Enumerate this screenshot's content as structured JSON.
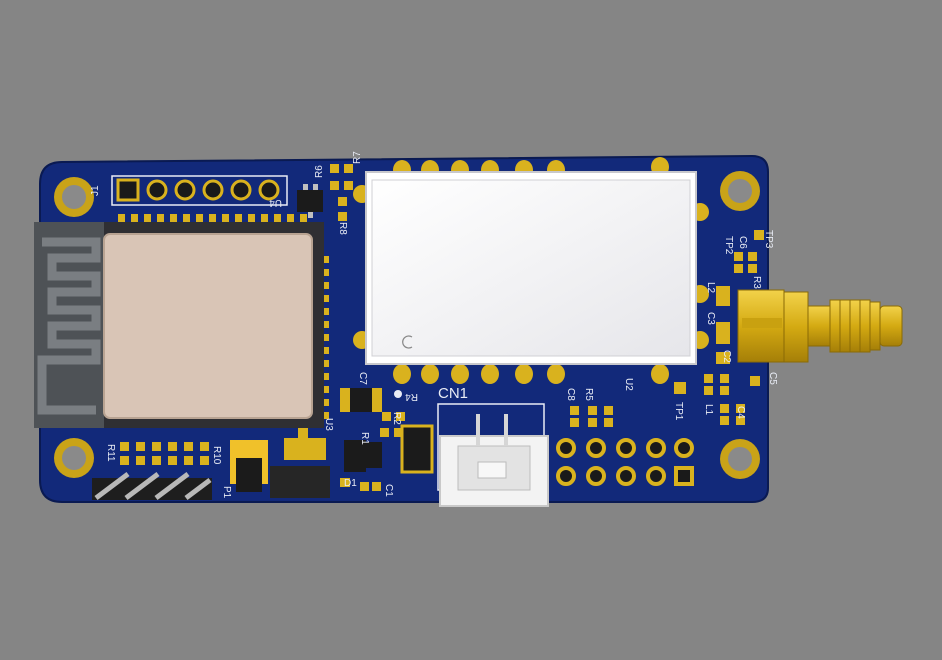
{
  "colors": {
    "background": "#858585",
    "board": "#12297a",
    "board_edge": "#0c1d5e",
    "gold": "#d9b21e",
    "module_white": "#f4f4f6",
    "esp_shield": "#d9c5b6",
    "antenna_gray": "#5b5f63",
    "silkscreen": "#e9ecf5"
  },
  "labels": {
    "J1": "J1",
    "U4": "U4",
    "R6": "R6",
    "R7": "R7",
    "R8": "R8",
    "U3": "U3",
    "U2": "U2",
    "CN1": "CN1",
    "C7": "C7",
    "R4": "R4",
    "R2": "R2",
    "R1": "R1",
    "D1": "D1",
    "C1": "C1",
    "C8": "C8",
    "R5": "R5",
    "TP1": "TP1",
    "TP2": "TP2",
    "TP3": "TP3",
    "C6": "C6",
    "R3": "R3",
    "L2": "L2",
    "C3": "C3",
    "C2": "C2",
    "C5": "C5",
    "L1": "L1",
    "C4": "C4",
    "R11": "R11",
    "R10": "R10",
    "P1": "P1"
  },
  "icons": {
    "antenna": "pcb-antenna-icon",
    "sma": "sma-connector-icon"
  }
}
